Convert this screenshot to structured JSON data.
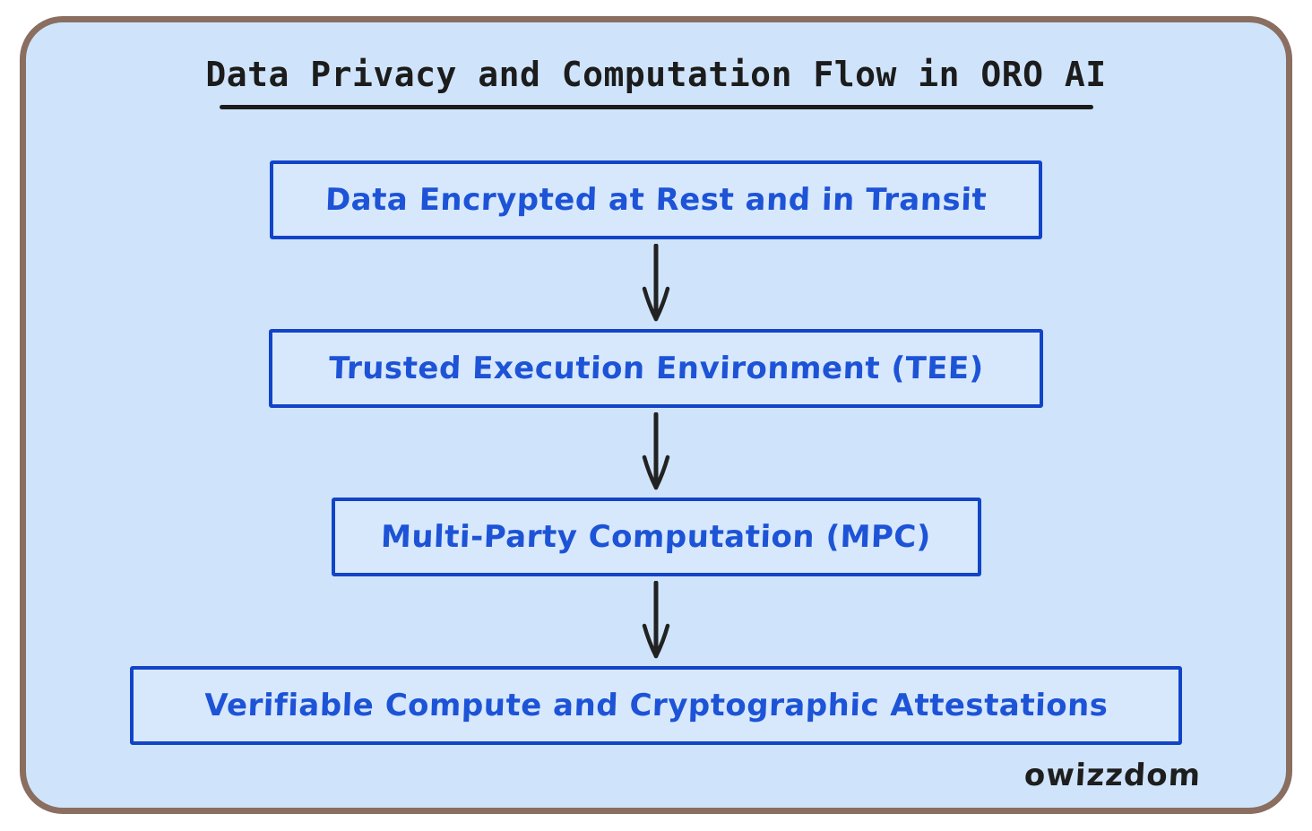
{
  "title": "Data Privacy and Computation Flow in ORO AI",
  "watermark": "owizzdom",
  "flow": {
    "steps": [
      {
        "label": "Data Encrypted at Rest and in Transit"
      },
      {
        "label": "Trusted Execution Environment (TEE)"
      },
      {
        "label": "Multi-Party Computation (MPC)"
      },
      {
        "label": "Verifiable Compute and Cryptographic Attestations"
      }
    ]
  },
  "colors": {
    "canvas_bg": "#ffffff",
    "card_bg": "#cfe4fb",
    "card_border": "#8a6e60",
    "box_bg": "#d7e8fd",
    "box_border": "#1244c7",
    "box_text": "#1d53d6",
    "title_text": "#1c1c1c",
    "arrow": "#222222"
  }
}
